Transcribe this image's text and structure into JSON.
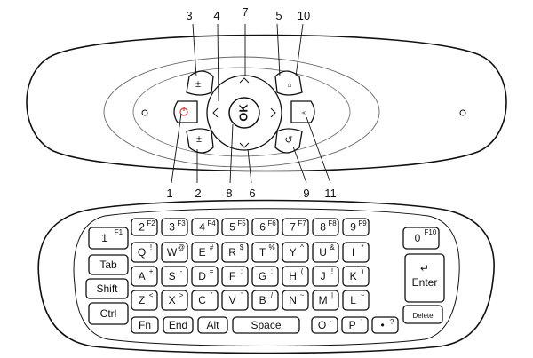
{
  "remote": {
    "callouts": {
      "power": "1",
      "volume_down": "2",
      "volume_up": "3",
      "left": "4",
      "right": "5",
      "down": "6",
      "up": "7",
      "ok": "8",
      "back": "9",
      "home": "10",
      "mic": "11"
    },
    "ok_label": "OK"
  },
  "keyboard": {
    "number_row": [
      {
        "main": "1",
        "sub": "F1"
      },
      {
        "main": "2",
        "sub": "F2"
      },
      {
        "main": "3",
        "sub": "F3"
      },
      {
        "main": "4",
        "sub": "F4"
      },
      {
        "main": "5",
        "sub": "F5"
      },
      {
        "main": "6",
        "sub": "F6"
      },
      {
        "main": "7",
        "sub": "F7"
      },
      {
        "main": "8",
        "sub": "F8"
      },
      {
        "main": "9",
        "sub": "F9"
      },
      {
        "main": "0",
        "sub": "F10"
      }
    ],
    "row_q": [
      {
        "main": "Q",
        "sub": "!"
      },
      {
        "main": "W",
        "sub": "@"
      },
      {
        "main": "E",
        "sub": "#"
      },
      {
        "main": "R",
        "sub": "$"
      },
      {
        "main": "T",
        "sub": "%"
      },
      {
        "main": "Y",
        "sub": "^"
      },
      {
        "main": "U",
        "sub": "&"
      },
      {
        "main": "I",
        "sub": "*"
      }
    ],
    "row_a": [
      {
        "main": "A",
        "sub": "+"
      },
      {
        "main": "S",
        "sub": "-"
      },
      {
        "main": "D",
        "sub": "="
      },
      {
        "main": "F",
        "sub": ":"
      },
      {
        "main": "G",
        "sub": ";"
      },
      {
        "main": "H",
        "sub": "("
      },
      {
        "main": "J",
        "sub": "!"
      },
      {
        "main": "K",
        "sub": ")"
      }
    ],
    "row_z": [
      {
        "main": "Z",
        "sub": "<"
      },
      {
        "main": "X",
        "sub": ">"
      },
      {
        "main": "C",
        "sub": "\""
      },
      {
        "main": "V",
        "sub": "'"
      },
      {
        "main": "B",
        "sub": "/"
      },
      {
        "main": "N",
        "sub": "~"
      },
      {
        "main": "M",
        "sub": "|"
      },
      {
        "main": "L",
        "sub": "~"
      }
    ],
    "row_bottom": [
      {
        "main": "O",
        "sub": "~"
      },
      {
        "main": "P",
        "sub": "'"
      },
      {
        "main": "•",
        "sub": "?"
      }
    ],
    "tab": "Tab",
    "shift": "Shift",
    "ctrl": "Ctrl",
    "fn": "Fn",
    "end": "End",
    "alt": "Alt",
    "space": "Space",
    "enter": "Enter",
    "delete": "Delete"
  }
}
